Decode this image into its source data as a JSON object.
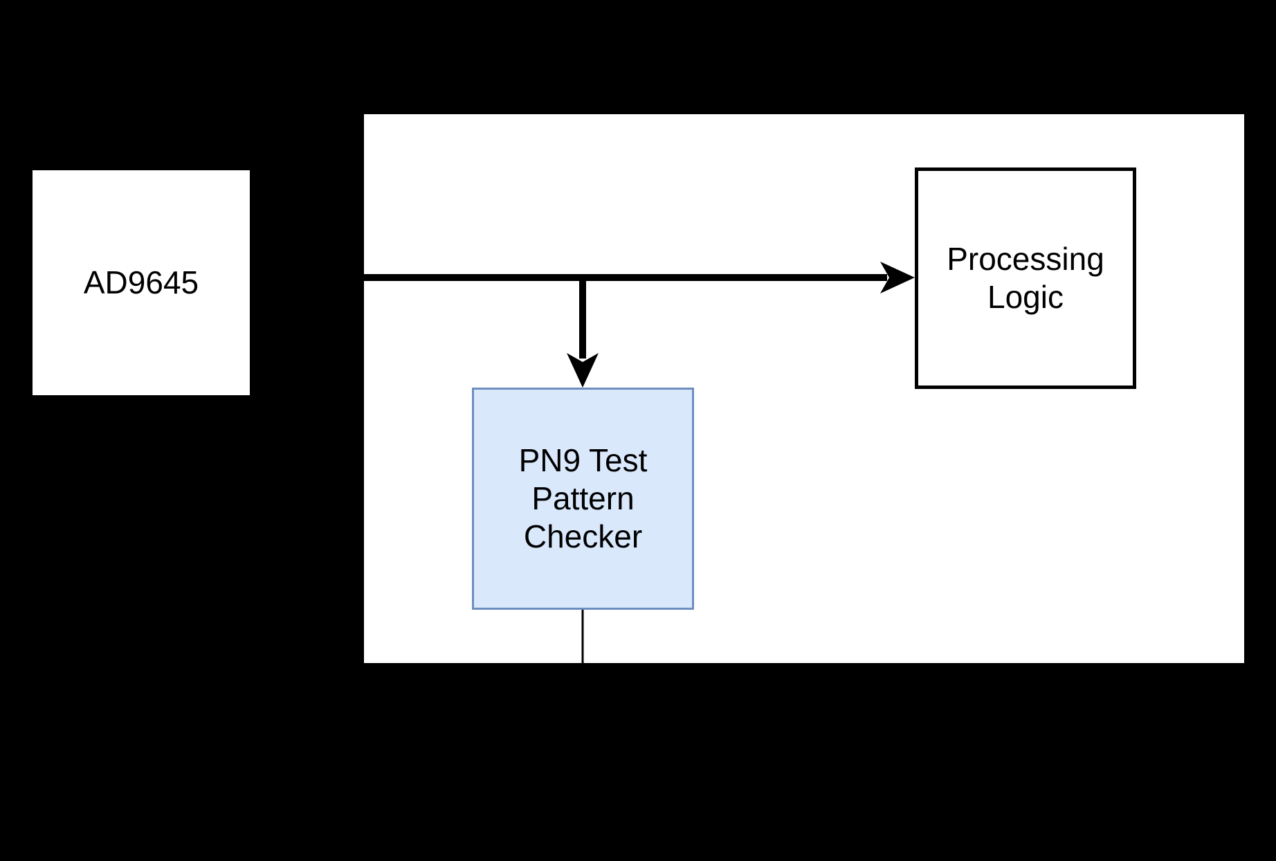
{
  "diagram": {
    "background_color": "#000000",
    "blocks": {
      "adc": {
        "label": "AD9645",
        "fill": "#ffffff",
        "text_color": "#000000"
      },
      "fpga_region": {
        "fill": "#ffffff"
      },
      "processing_logic": {
        "label": "Processing Logic",
        "fill": "#ffffff",
        "border_color": "#000000",
        "text_color": "#000000"
      },
      "pn9_checker": {
        "label": "PN9 Test Pattern Checker",
        "fill": "#dae8fc",
        "border_color": "#6c8ebf",
        "text_color": "#000000"
      }
    },
    "connectors": {
      "color": "#000000"
    }
  }
}
